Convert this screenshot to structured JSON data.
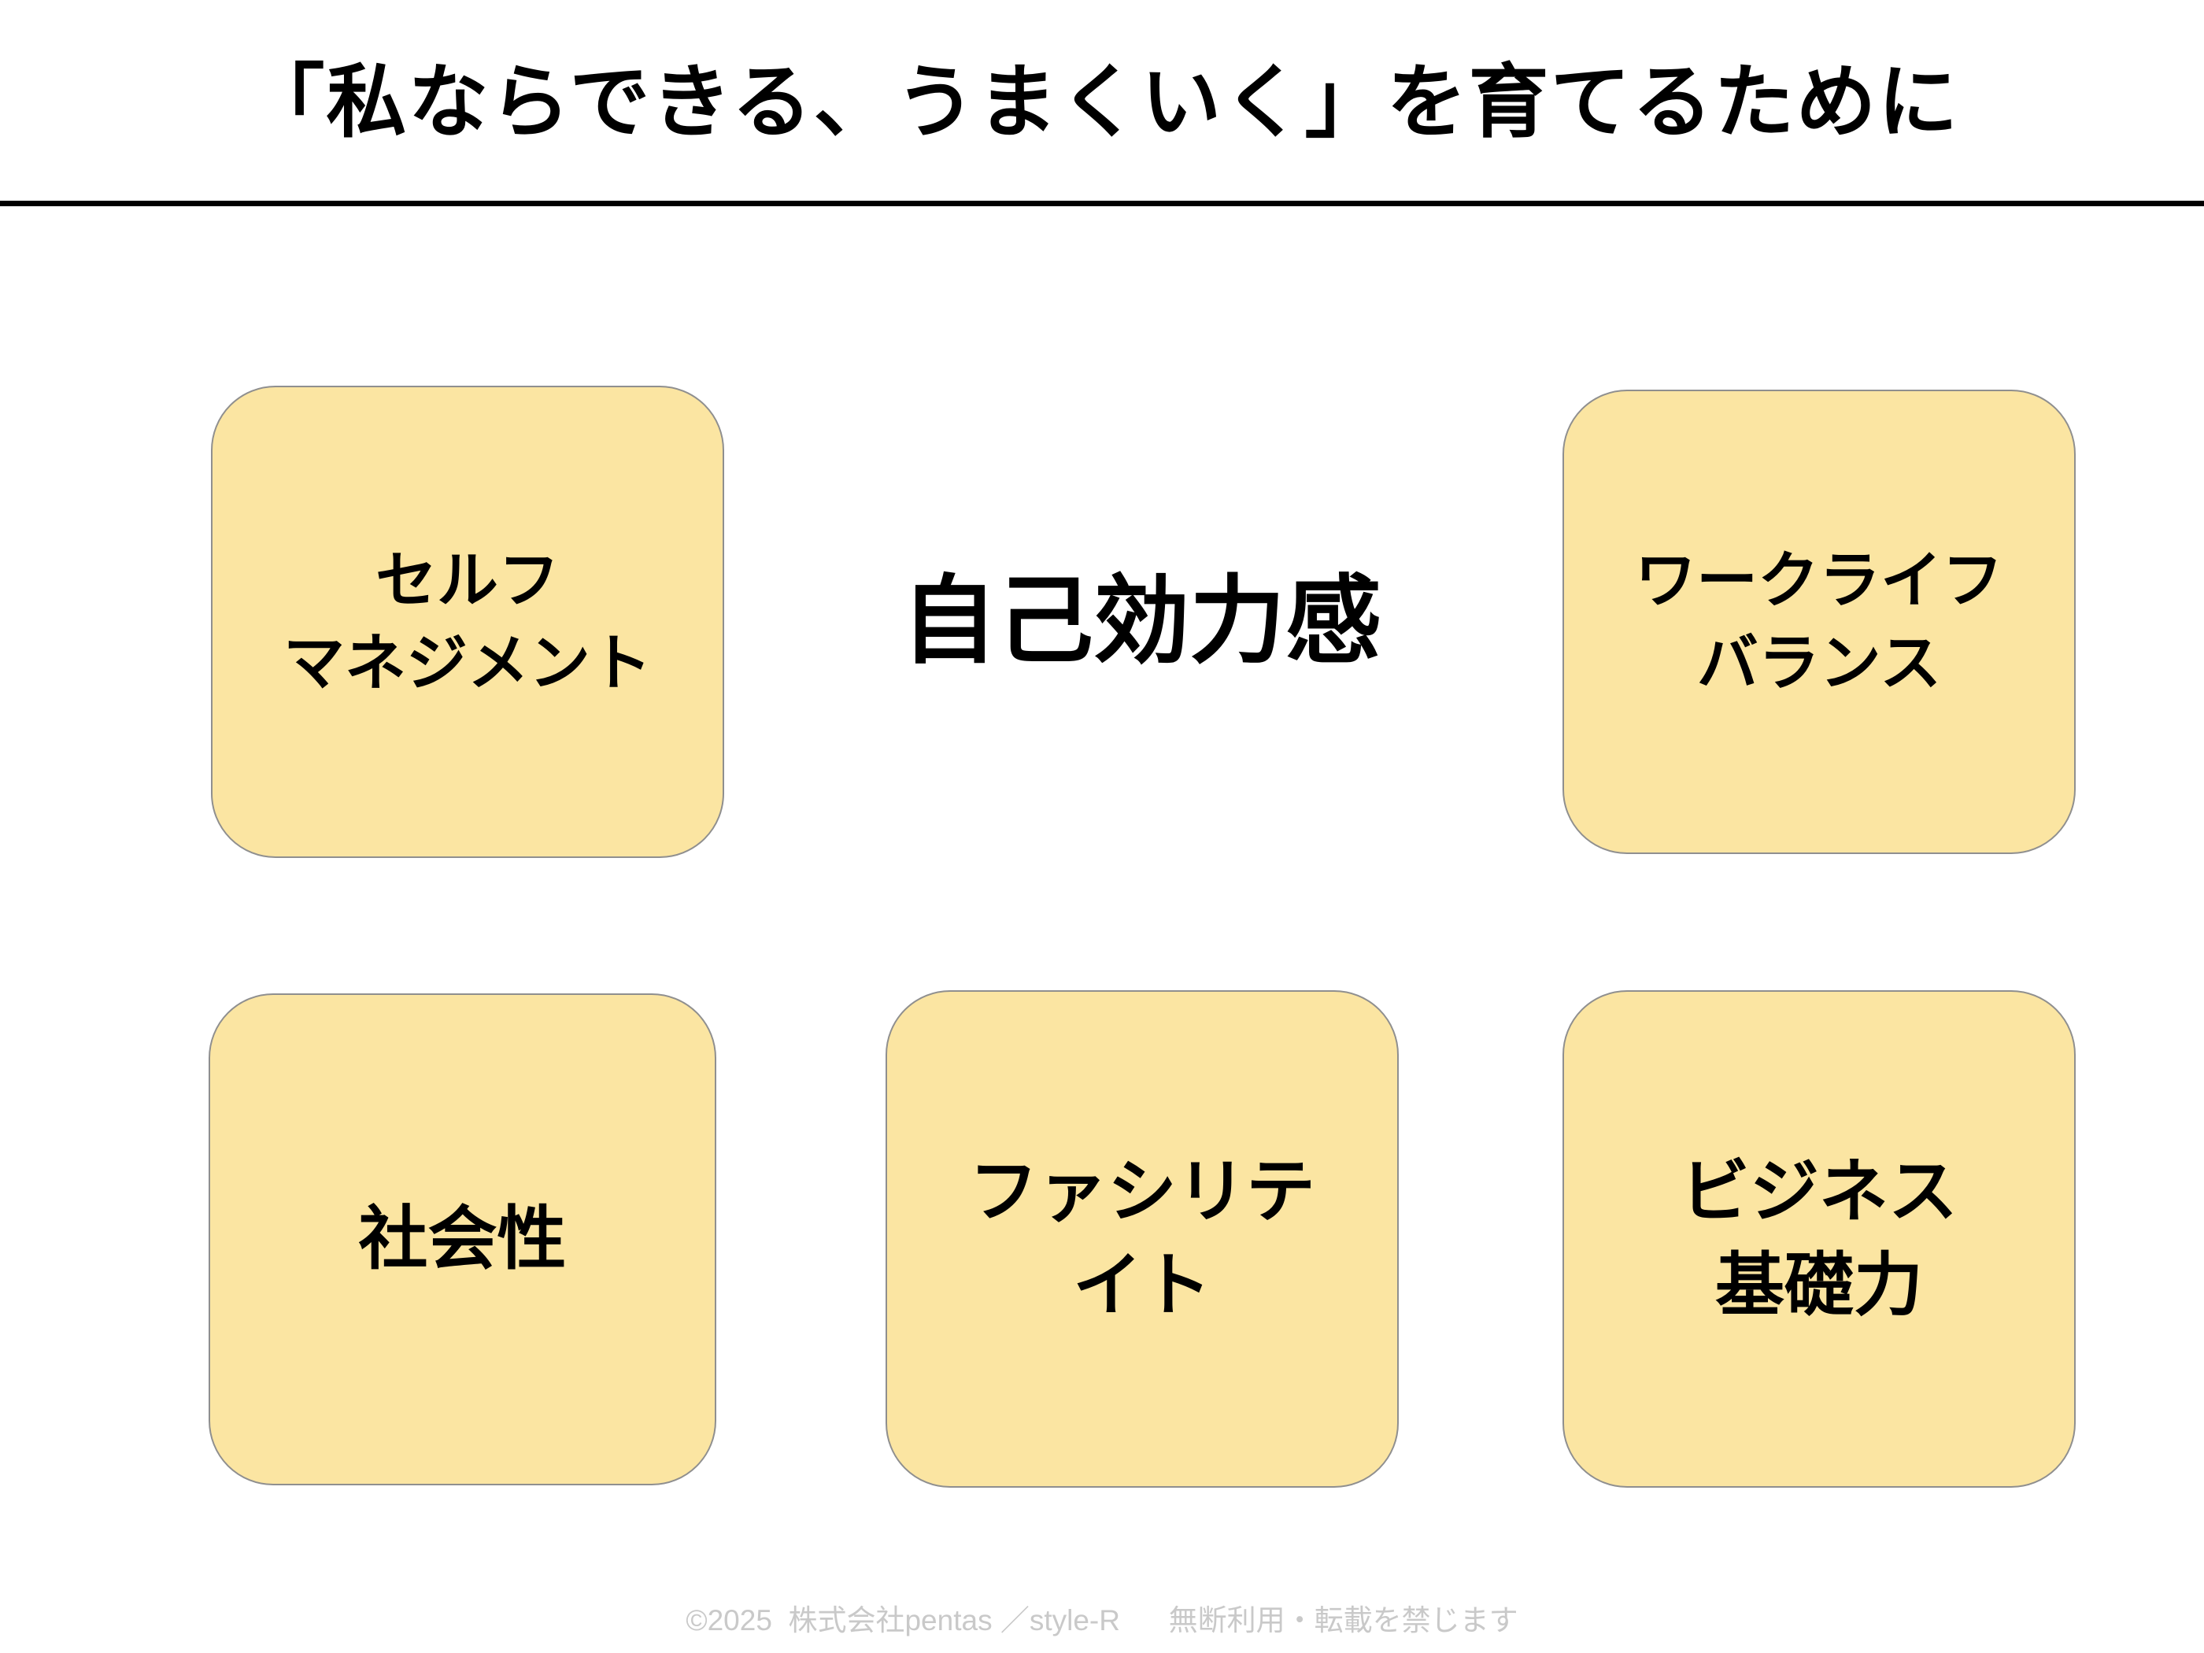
{
  "slide": {
    "title": "「私ならできる、うまくいく」を育てるために",
    "center_label": "自己効力感",
    "boxes": [
      {
        "id": "self-management",
        "lines": [
          "セルフ",
          "マネジメント"
        ]
      },
      {
        "id": "work-life-balance",
        "lines": [
          "ワークライフ",
          "バランス"
        ]
      },
      {
        "id": "sociality",
        "lines": [
          "社会性"
        ]
      },
      {
        "id": "facilitate",
        "lines": [
          "ファシリテ",
          "イト"
        ]
      },
      {
        "id": "business-basics",
        "lines": [
          "ビジネス",
          "基礎力"
        ]
      }
    ],
    "footer": "©2025  株式会社pentas ／style-R      無断利用・転載を禁じます",
    "colors": {
      "box_fill": "#FBE5A2",
      "box_border": "#8f8f8f",
      "title_rule": "#000000",
      "footer_text": "#c9c9c9"
    }
  }
}
